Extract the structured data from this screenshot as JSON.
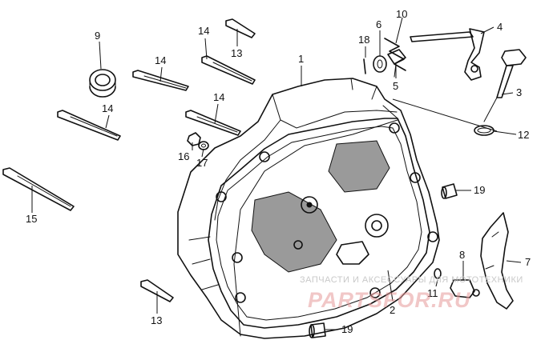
{
  "callouts": {
    "c1": "1",
    "c2": "2",
    "c3": "3",
    "c4": "4",
    "c5": "5",
    "c6": "6",
    "c7": "7",
    "c8": "8",
    "c9": "9",
    "c10": "10",
    "c11": "11",
    "c12": "12",
    "c13a": "13",
    "c13b": "13",
    "c14a": "14",
    "c14b": "14",
    "c14c": "14",
    "c14d": "14",
    "c15": "15",
    "c16": "16",
    "c17": "17",
    "c18": "18",
    "c19a": "19",
    "c19b": "19"
  },
  "watermark": {
    "tagline": "ЗАПЧАСТИ И АКСЕССУАРЫ ДЛЯ МОТОТЕХНИКИ",
    "logo": "PARTSFOR.RU",
    "color": "#e79a9a"
  }
}
